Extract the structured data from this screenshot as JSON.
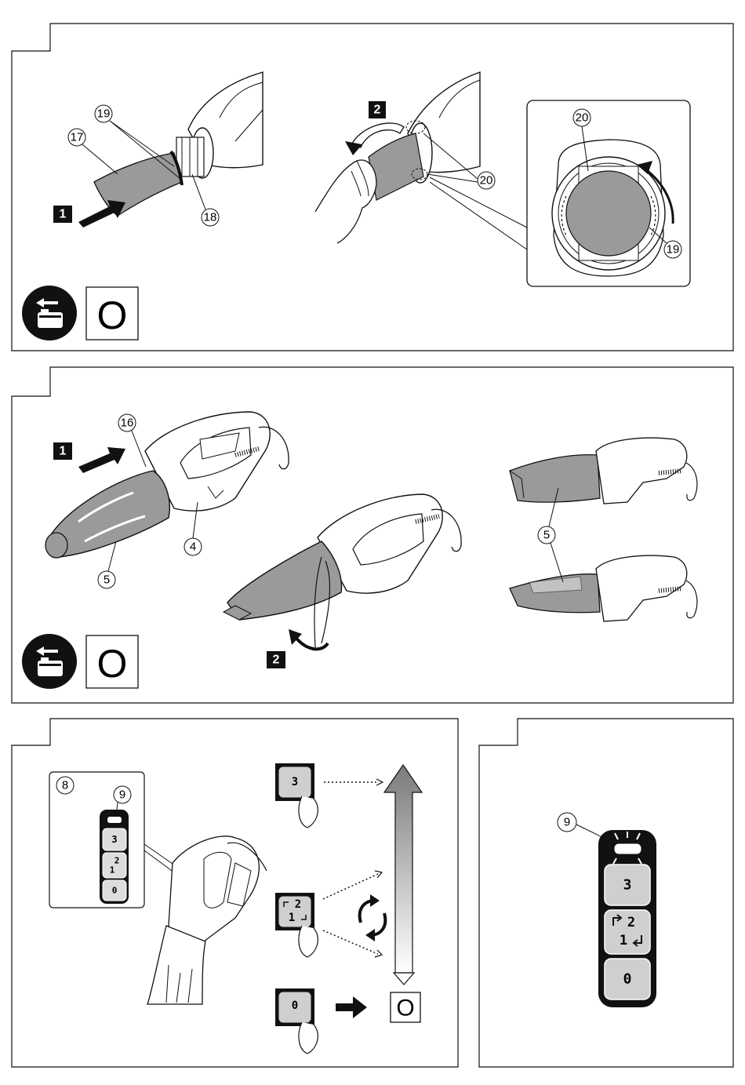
{
  "panel1": {
    "callouts": {
      "c17": "17",
      "c19a": "19",
      "c18": "18",
      "c20a": "20",
      "c20b": "20",
      "c20c": "20",
      "c19b": "19"
    },
    "steps": {
      "s1": "1",
      "s2": "2"
    },
    "off_symbol": "O",
    "icons": [
      "battery-remove-icon",
      "power-off-symbol"
    ]
  },
  "panel2": {
    "callouts": {
      "c16": "16",
      "c4": "4",
      "c5a": "5",
      "c5b": "5"
    },
    "steps": {
      "s1": "1",
      "s2": "2"
    },
    "off_symbol": "O",
    "icons": [
      "battery-remove-icon",
      "power-off-symbol"
    ]
  },
  "panel3": {
    "callouts": {
      "c8": "8",
      "c9": "9"
    },
    "inset_keys": {
      "k3": "3",
      "k2": "2",
      "k1": "1",
      "k0": "0"
    },
    "keys": {
      "k3": "3",
      "k2": "2",
      "k1": "1",
      "k0": "0"
    },
    "off_symbol": "O",
    "icons": [
      "speed-up-arrow",
      "cycle-icon",
      "arrow-right-icon"
    ]
  },
  "panel4": {
    "callouts": {
      "c9": "9"
    },
    "keys": {
      "k3": "3",
      "k2": "2",
      "k1": "1",
      "k0": "0"
    }
  },
  "colors": {
    "fill_gray": "#9a9a9a",
    "dark": "#111111",
    "light_gray": "#cfcfcf"
  }
}
